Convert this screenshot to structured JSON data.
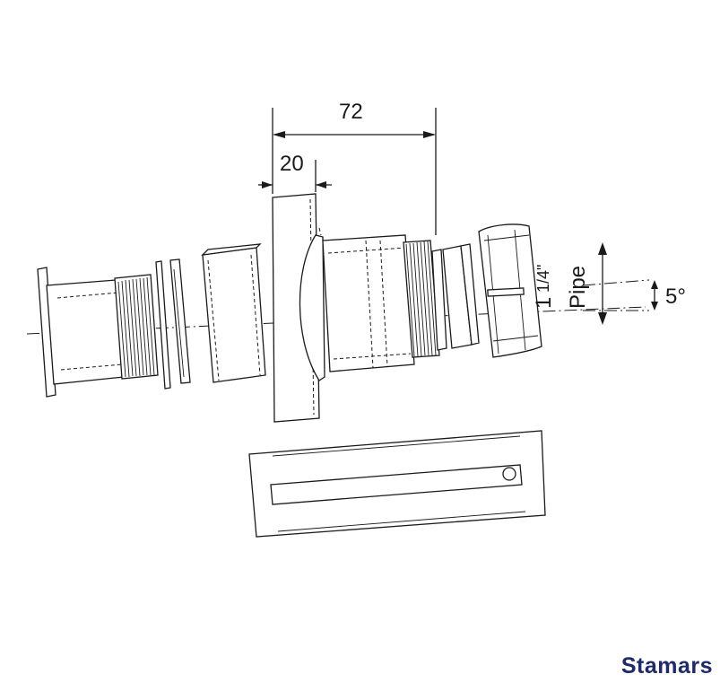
{
  "dimensions": {
    "overall_length": "72",
    "flange_width": "20",
    "angle": "5°",
    "pipe_size_whole": "1",
    "pipe_size_fraction": "1/4\"",
    "pipe_label": "Pipe"
  },
  "brand": {
    "name": "Stamars",
    "color": "#1f2a6b"
  }
}
